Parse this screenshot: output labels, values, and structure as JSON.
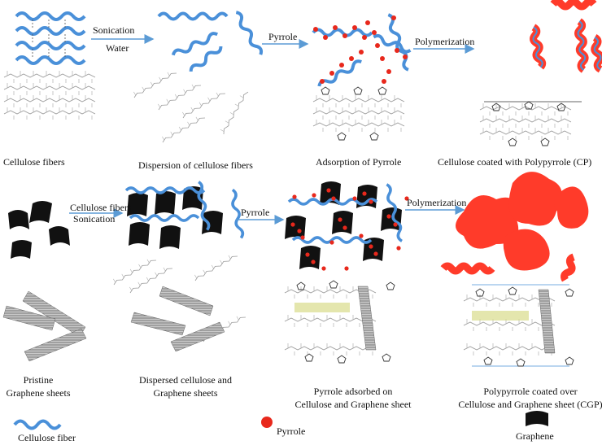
{
  "top_row": {
    "panel1_caption": "Cellulose fibers",
    "arrow1_top": "Sonication",
    "arrow1_bottom": "Water",
    "panel2_caption": "Dispersion of cellulose fibers",
    "arrow2_label": "Pyrrole",
    "panel3_caption": "Adsorption of Pyrrole",
    "arrow3_label": "Polymerization",
    "panel4_caption": "Cellulose coated with Polypyrrole (CP)"
  },
  "bottom_row": {
    "arrow1_top": "Cellulose fibers",
    "arrow1_bottom": "Sonication",
    "panel1_caption_line1": "Pristine",
    "panel1_caption_line2": "Graphene sheets",
    "arrow2_label": "Pyrrole",
    "panel2_caption_line1": "Dispersed cellulose and",
    "panel2_caption_line2": "Graphene sheets",
    "panel3_caption_line1": "Pyrrole adsorbed on",
    "panel3_caption_line2": "Cellulose and Graphene sheet",
    "arrow3_label": "Polymerization",
    "panel4_caption_line1": "Polypyrrole coated over",
    "panel4_caption_line2": "Cellulose and Graphene sheet (CGP)"
  },
  "legend": {
    "fiber_label": "Cellulose fiber",
    "pyrrole_label": "Pyrrole",
    "graphene_label": "Graphene"
  },
  "colors": {
    "fiber": "#4a90d9",
    "pyrrole": "#e8281c",
    "graphene": "#111111",
    "arrow": "#5b9bd5"
  }
}
